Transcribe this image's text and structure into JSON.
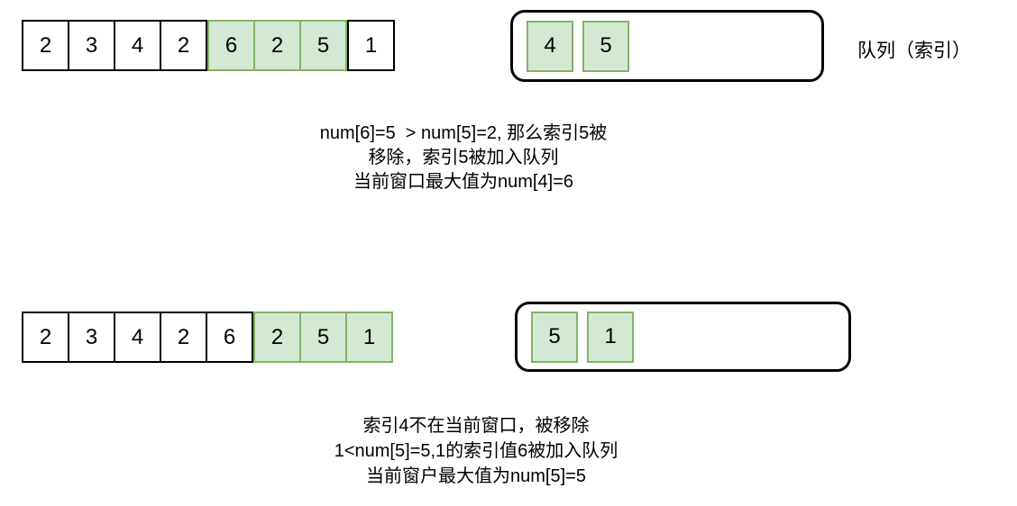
{
  "colors": {
    "bg": "#ffffff",
    "line": "#000000",
    "green_fill": "#d5e8d4",
    "green_border": "#82b366"
  },
  "queue_label": "队列（索引）",
  "steps": [
    {
      "array": [
        {
          "value": "2",
          "green": false
        },
        {
          "value": "3",
          "green": false
        },
        {
          "value": "4",
          "green": false
        },
        {
          "value": "2",
          "green": false
        },
        {
          "value": "6",
          "green": true
        },
        {
          "value": "2",
          "green": true
        },
        {
          "value": "5",
          "green": true
        },
        {
          "value": "1",
          "green": false
        }
      ],
      "queue": [
        {
          "value": "4",
          "green": true
        },
        {
          "value": "5",
          "green": true
        }
      ],
      "caption": [
        "num[6]=5  > num[5]=2, 那么索引5被",
        "移除，索引5被加入队列",
        "当前窗口最大值为num[4]=6"
      ]
    },
    {
      "array": [
        {
          "value": "2",
          "green": false
        },
        {
          "value": "3",
          "green": false
        },
        {
          "value": "4",
          "green": false
        },
        {
          "value": "2",
          "green": false
        },
        {
          "value": "6",
          "green": false
        },
        {
          "value": "2",
          "green": true
        },
        {
          "value": "5",
          "green": true
        },
        {
          "value": "1",
          "green": true
        }
      ],
      "queue": [
        {
          "value": "5",
          "green": true
        },
        {
          "value": "1",
          "green": true
        }
      ],
      "caption": [
        "索引4不在当前窗口，被移除",
        "1<num[5]=5,1的索引值6被加入队列",
        "当前窗户最大值为num[5]=5"
      ]
    }
  ]
}
